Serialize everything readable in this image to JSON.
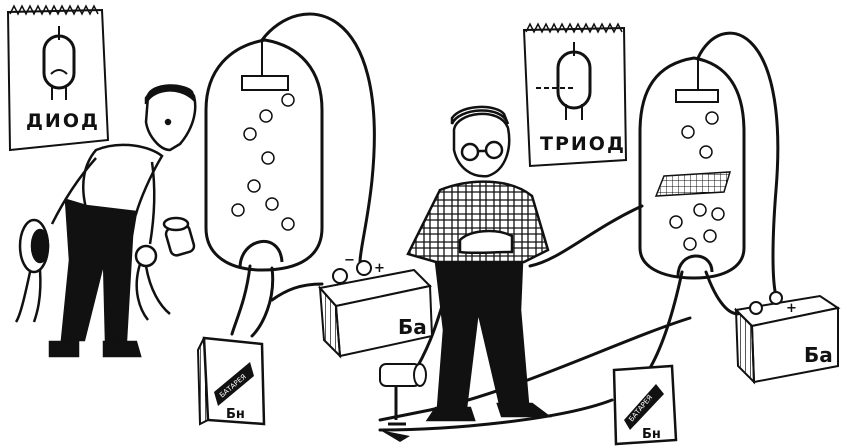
{
  "diode_sign": "ДИОД",
  "triode_sign": "ТРИОД",
  "anode_battery_left": "Ба",
  "anode_battery_right": "Ба",
  "filament_battery_left": "Бн",
  "filament_battery_right": "Бн",
  "filament_battery_left_side": "БАТАРЕЯ",
  "filament_battery_right_side": "БАТАРЕЯ",
  "battery_plus": "+",
  "battery_minus": "−"
}
